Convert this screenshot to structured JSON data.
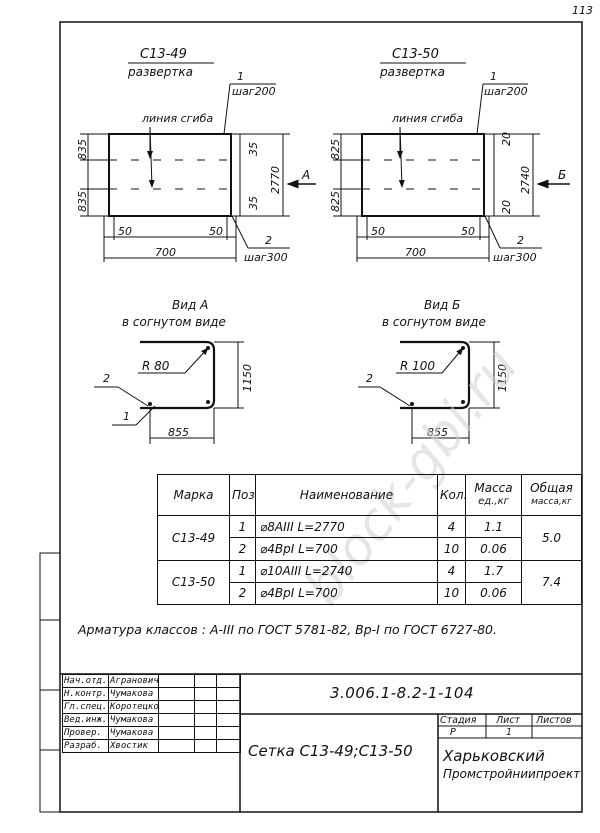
{
  "page_number": "113",
  "drawing_a": {
    "name": "С13-49",
    "subtitle": "развертка",
    "bend_line_label": "линия сгиба",
    "pos1": "1",
    "step1": "шаг200",
    "pos2": "2",
    "step2": "шаг300",
    "left_dim_top": "835",
    "left_dim_bottom": "835",
    "right_dim_top": "35",
    "right_dim_bottom": "35",
    "height_dim": "2770",
    "offset_left": "50",
    "offset_right": "50",
    "width_dim": "700",
    "view_arrow": "A"
  },
  "drawing_b": {
    "name": "С13-50",
    "subtitle": "развертка",
    "bend_line_label": "линия сгиба",
    "pos1": "1",
    "step1": "шаг200",
    "pos2": "2",
    "step2": "шаг300",
    "left_dim_top": "825",
    "left_dim_bottom": "825",
    "right_dim_top": "20",
    "right_dim_bottom": "20",
    "height_dim": "2740",
    "offset_left": "50",
    "offset_right": "50",
    "width_dim": "700",
    "view_arrow": "Б"
  },
  "view_a": {
    "title": "Вид А",
    "subtitle": "в согнутом виде",
    "radius": "R 80",
    "height": "1150",
    "width": "855",
    "pos1": "1",
    "pos2": "2"
  },
  "view_b": {
    "title": "Вид Б",
    "subtitle": "в согнутом виде",
    "radius": "R 100",
    "height": "1150",
    "width": "855",
    "pos2": "2"
  },
  "spec_table": {
    "headers": {
      "mark": "Марка",
      "pos": "Поз.",
      "name": "Наименование",
      "qty": "Кол.",
      "mass_unit_1": "Масса",
      "mass_unit_2": "ед.,кг",
      "mass_total_1": "Общая",
      "mass_total_2": "масса,кг"
    },
    "groups": [
      {
        "mark": "С13-49",
        "total": "5.0",
        "rows": [
          {
            "pos": "1",
            "name": "⌀8АIII   L=2770",
            "qty": "4",
            "mass": "1.1"
          },
          {
            "pos": "2",
            "name": "⌀4ВрI    L=700",
            "qty": "10",
            "mass": "0.06"
          }
        ]
      },
      {
        "mark": "С13-50",
        "total": "7.4",
        "rows": [
          {
            "pos": "1",
            "name": "⌀10АIII  L=2740",
            "qty": "4",
            "mass": "1.7"
          },
          {
            "pos": "2",
            "name": "⌀4ВрI    L=700",
            "qty": "10",
            "mass": "0.06"
          }
        ]
      }
    ]
  },
  "note": "Арматура классов : А-III по ГОСТ 5781-82, Вр-I по ГОСТ 6727-80.",
  "stamp": {
    "rows": [
      {
        "role": "Нач.отд.",
        "name": "Агранович"
      },
      {
        "role": "Н.контр.",
        "name": "Чумакова"
      },
      {
        "role": "Гл.спец.",
        "name": "Коротецкой"
      },
      {
        "role": "Вед.инж.",
        "name": "Чумакова"
      },
      {
        "role": "Провер.",
        "name": "Чумакова"
      },
      {
        "role": "Разраб.",
        "name": "Хвостик"
      }
    ],
    "code": "3.006.1-8.2-1-104",
    "stage_label": "Стадия",
    "stage": "Р",
    "sheet_label": "Лист",
    "sheet": "1",
    "sheets_label": "Листов",
    "title": "Сетка С13-49;С13-50",
    "org_1": "Харьковский",
    "org_2": "Промстройниипроект"
  },
  "watermark": "block-gbi.ru"
}
